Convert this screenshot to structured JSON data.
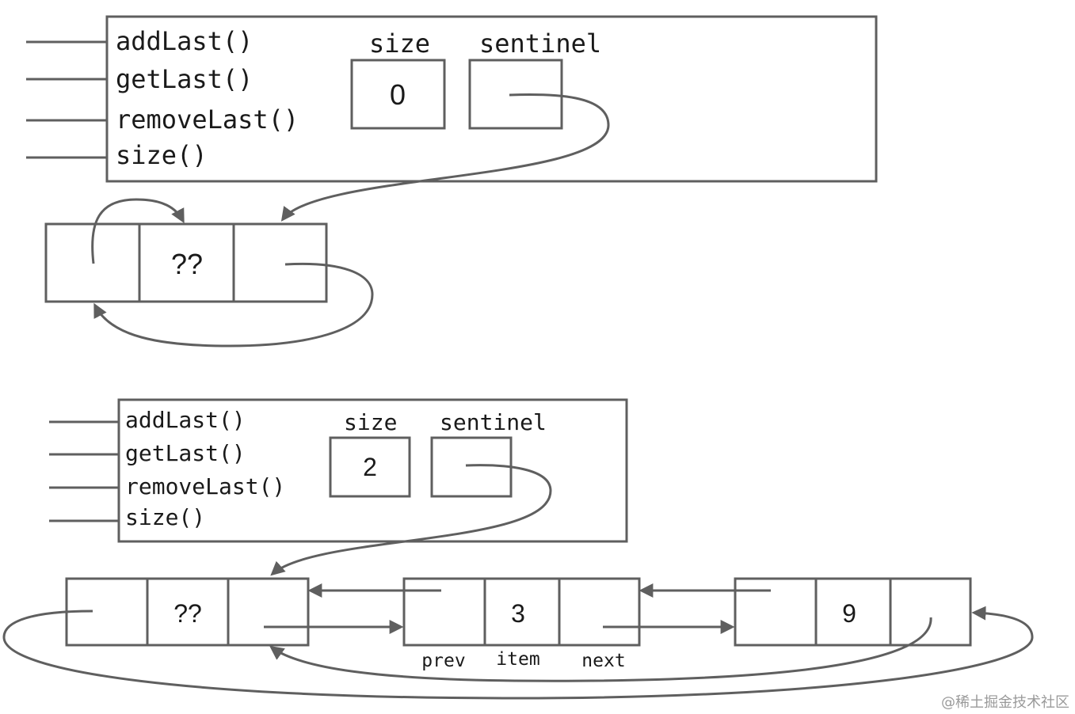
{
  "top": {
    "methods": [
      "addLast()",
      "getLast()",
      "removeLast()",
      "size()"
    ],
    "size_label": "size",
    "sentinel_label": "sentinel",
    "size_value": "0",
    "sentinel_node_item": "??"
  },
  "bottom": {
    "methods": [
      "addLast()",
      "getLast()",
      "removeLast()",
      "size()"
    ],
    "size_label": "size",
    "sentinel_label": "sentinel",
    "size_value": "2",
    "sentinel_node_item": "??",
    "node1_item": "3",
    "node2_item": "9",
    "field_labels": [
      "prev",
      "item",
      "next"
    ]
  },
  "watermark": "@稀土掘金技术社区"
}
